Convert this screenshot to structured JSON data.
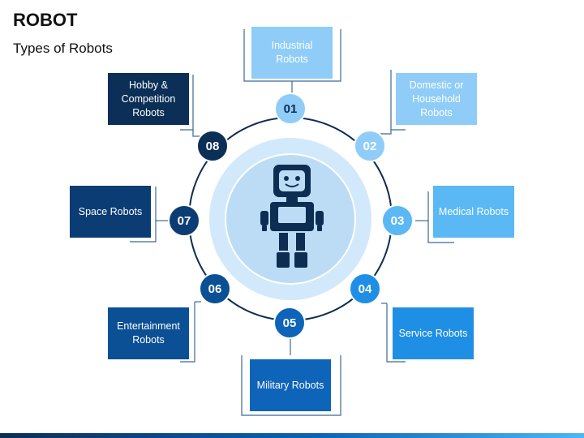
{
  "title": "ROBOT",
  "subtitle": "Types of Robots",
  "colors": {
    "ring": "#0d2d52",
    "inner_halo": "#d2e9fb",
    "inner_core": "#bcdcf6",
    "robot_icon": "#0d2d52",
    "connector": "#3b6a93"
  },
  "center_icon": "robot-icon",
  "items": [
    {
      "number": "01",
      "label": "Industrial Robots",
      "color": "#8fcdf8",
      "text_color": "#0d2d52"
    },
    {
      "number": "02",
      "label": "Domestic or Household Robots",
      "color": "#8fcdf8",
      "text_color": "#ffffff"
    },
    {
      "number": "03",
      "label": "Medical Robots",
      "color": "#5ab8f4",
      "text_color": "#ffffff"
    },
    {
      "number": "04",
      "label": "Service Robots",
      "color": "#1f8fe6",
      "text_color": "#ffffff"
    },
    {
      "number": "05",
      "label": "Military Robots",
      "color": "#0e64b8",
      "text_color": "#ffffff"
    },
    {
      "number": "06",
      "label": "Entertainment Robots",
      "color": "#0b4f95",
      "text_color": "#ffffff"
    },
    {
      "number": "07",
      "label": "Space Robots",
      "color": "#0b3c73",
      "text_color": "#ffffff"
    },
    {
      "number": "08",
      "label": "Hobby & Competition Robots",
      "color": "#0b2f57",
      "text_color": "#ffffff"
    }
  ]
}
